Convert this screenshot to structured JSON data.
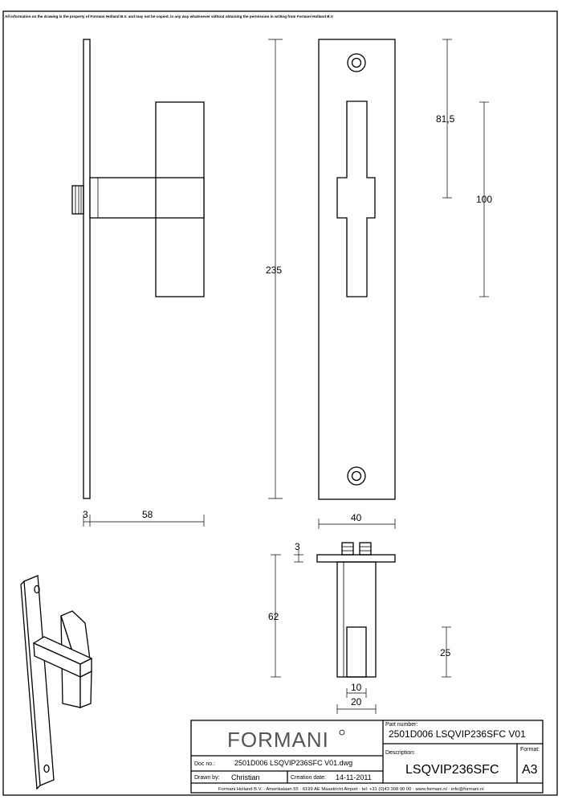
{
  "drawing": {
    "disclaimer": "All information on the drawing is the property of Formani Holland B.V. and may not be copied, in any way whatsoever without obtaining the permission in writing from Formani Holland B.V",
    "dimensions": {
      "plate_thickness": "3",
      "projection": "58",
      "plate_height": "235",
      "lever_to_top": "81,5",
      "lever_length": "100",
      "plate_width": "40",
      "rose_thickness": "3",
      "spindle_length": "62",
      "spindle_slot": "25",
      "spindle_square": "10",
      "spindle_width": "20"
    }
  },
  "title_block": {
    "logo": "FORMANI",
    "part_number_label": "Part number:",
    "part_number": "2501D006 LSQVIP236SFC V01",
    "description_label": "Description:",
    "description": "LSQVIP236SFC",
    "format_label": "Format:",
    "format": "A3",
    "doc_no_label": "Doc no.:",
    "doc_no": "2501D006 LSQVIP236SFC V01.dwg",
    "drawn_by_label": "Drawn by:",
    "drawn_by": "Christian",
    "creation_date_label": "Creation date:",
    "creation_date": "14-11-2011",
    "address": "Formani Holland B.V. · Amerikalaan 55 · 6199 AE Maastricht Airport · tel: +31 (0)43 308 90 00 · www.formani.nl · info@formani.nl"
  }
}
